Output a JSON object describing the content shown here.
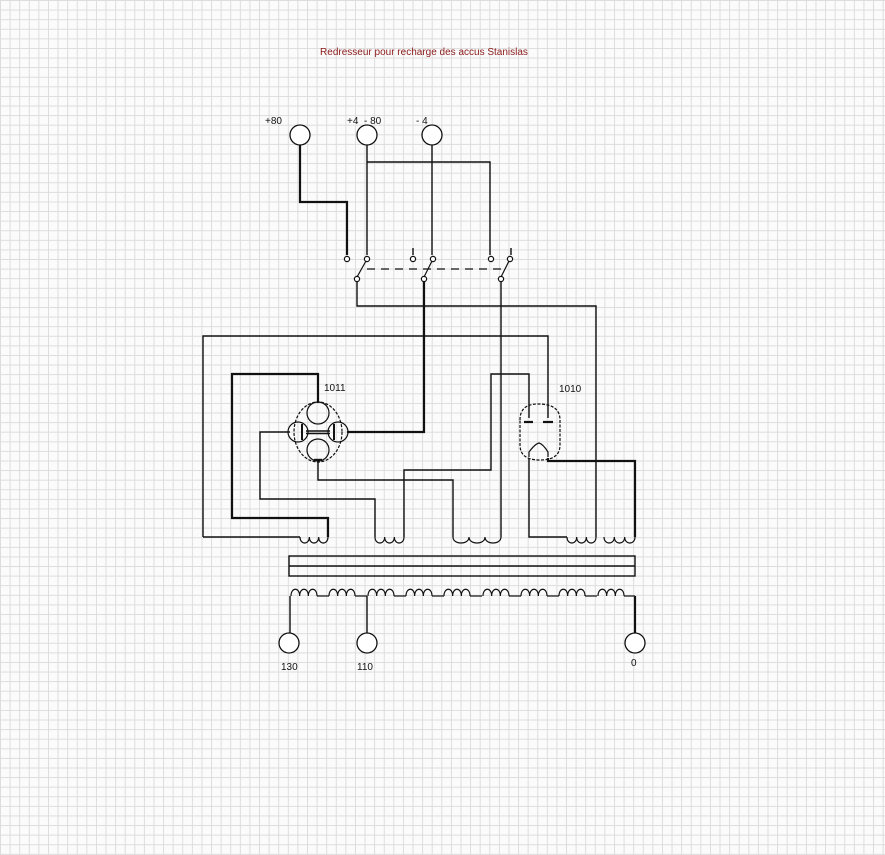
{
  "title": "Redresseur pour recharge des accus Stanislas",
  "terminals_top": {
    "plus80": "+80",
    "plus4_minus80": "+4  - 80",
    "minus4": "- 4"
  },
  "terminals_bottom": {
    "t130": "130",
    "t110": "110",
    "t0": "0"
  },
  "tubes": {
    "left": "1011",
    "right": "1010"
  }
}
